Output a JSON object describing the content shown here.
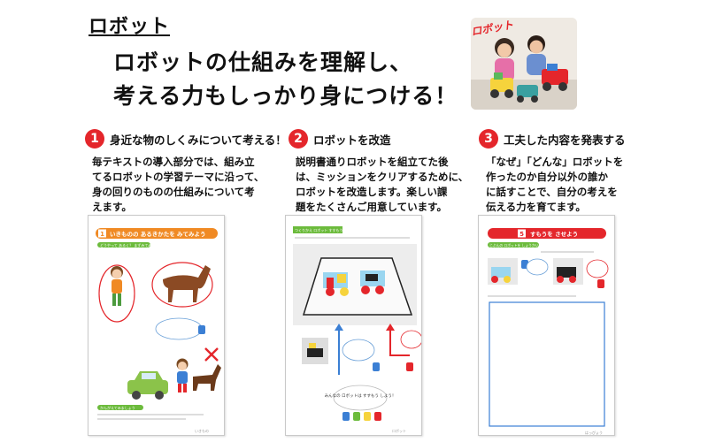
{
  "section_title": "ロボット",
  "headline": {
    "line1": "ロボットの仕組みを理解し、",
    "line2": "考える力もしっかり身につける！"
  },
  "photo": {
    "label": "ロボット"
  },
  "points": [
    {
      "number": "1",
      "title": "身近な物のしくみについて考える！",
      "lines": [
        "毎テキストの導入部分では、組み立",
        "てるロボットの学習テーマに沿って、",
        "身の回りのものの仕組みについて考",
        "えます。"
      ]
    },
    {
      "number": "2",
      "title": "ロボットを改造",
      "lines": [
        "説明書通りロボットを組立てた後",
        "は、ミッションをクリアするために、",
        "ロボットを改造します。楽しい課",
        "題をたくさんご用意しています。"
      ]
    },
    {
      "number": "3",
      "title": "工夫した内容を発表する",
      "lines": [
        "「なぜ」「どんな」ロボットを",
        "作ったのか自分以外の誰か",
        "に話すことで、自分の考えを",
        "伝える力を育てます。"
      ]
    }
  ],
  "pages": [
    {
      "header_num": "1",
      "header": "いきものの あるきかたを みてみよう",
      "sub1": "どうやって あるく？ まずみてみよう",
      "sub2": "かんがえてみましょう",
      "footer": "いきもの"
    },
    {
      "header": "つくりかえ ロボット すすもうとしましょう",
      "bubble": "みんなの ロボットは すすもう しよう！",
      "footer": "ロボット"
    },
    {
      "header_num": "5",
      "header": "すもうを させよう",
      "sub1": "じぶんの ロボットを しょうかいしよう",
      "footer": "はっぴょう"
    }
  ],
  "colors": {
    "accent": "#e4262b",
    "page_header_orange": "#f08a24",
    "page_header_green": "#6cbb3c",
    "page_header_red": "#e4262b"
  }
}
